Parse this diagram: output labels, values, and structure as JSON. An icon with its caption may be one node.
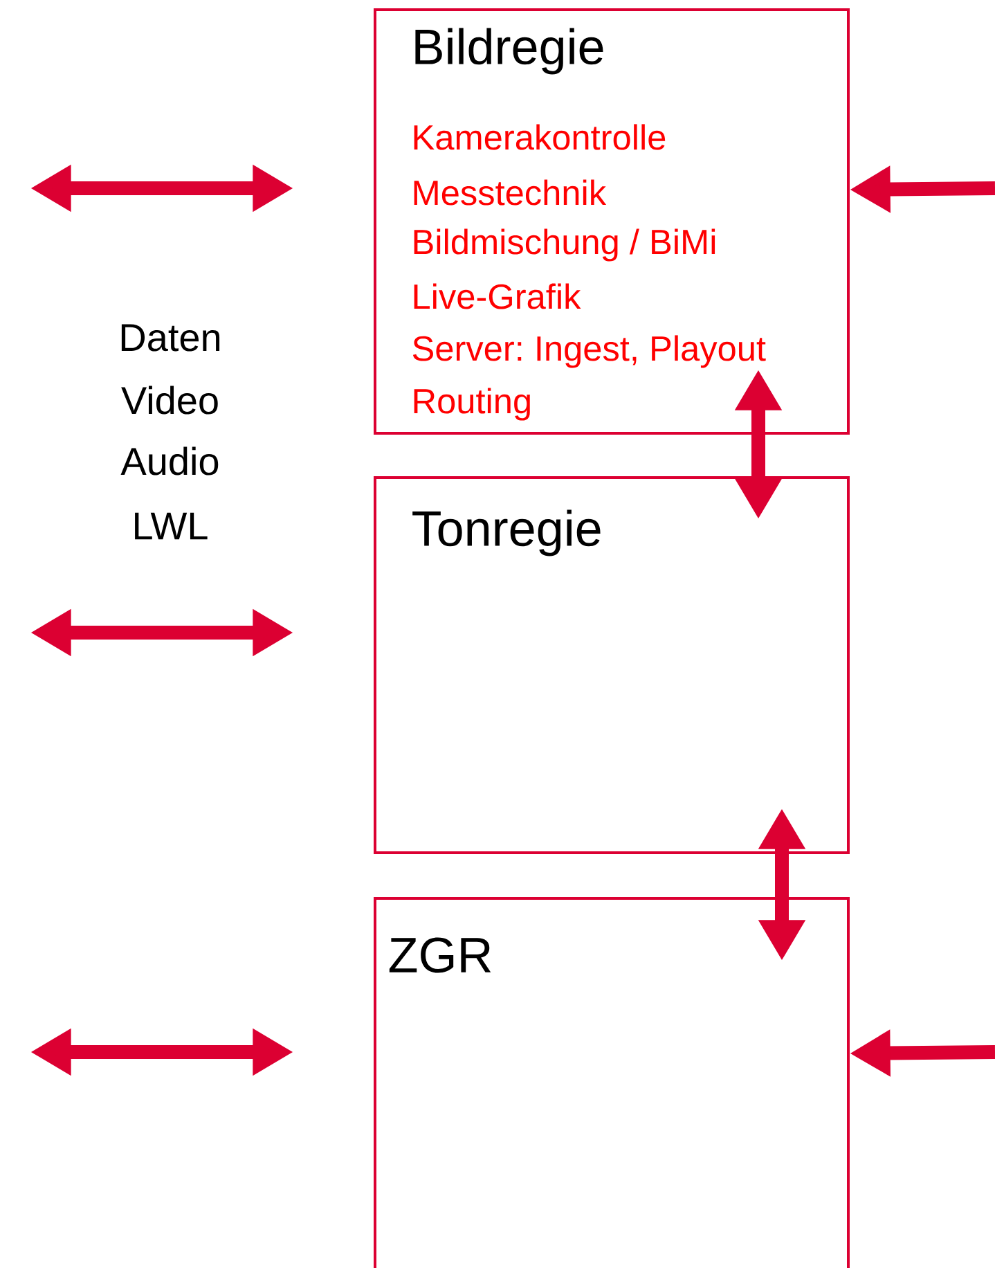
{
  "diagram": {
    "nodes": [
      {
        "text": [
          "Bildregie",
          "Kamerakontrolle",
          "Messtechnik",
          "Bildmischung / BiMi",
          "Live-Grafik",
          "Server: Ingest, Playout",
          "Routing"
        ]
      },
      {
        "text": [
          "Tonregie"
        ]
      },
      {
        "text": [
          "ZGR"
        ]
      }
    ],
    "edges": [
      {
        "from": null,
        "to": 0,
        "arrow": "to"
      },
      {
        "from": 0,
        "to": 1,
        "arrow": "both"
      },
      {
        "from": 1,
        "to": 2,
        "arrow": "both"
      },
      {
        "from": null,
        "to": 2,
        "arrow": "to"
      }
    ],
    "labels": [
      "Daten",
      "Video",
      "Audio",
      "LWL"
    ]
  }
}
